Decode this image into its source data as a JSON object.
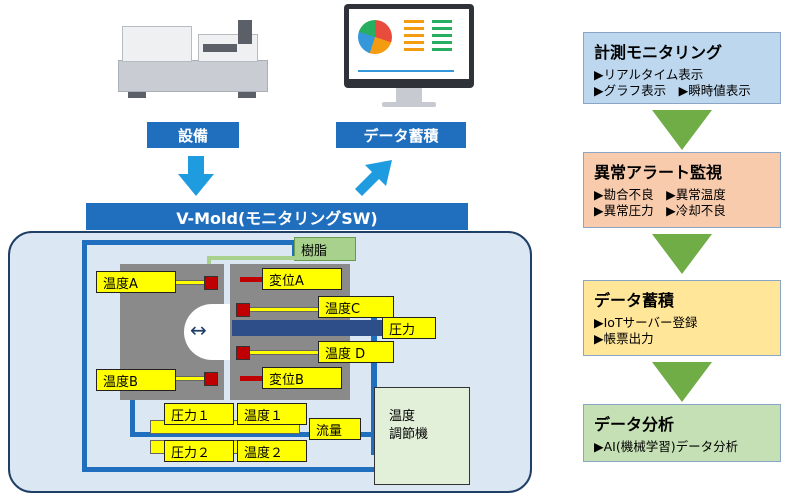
{
  "top": {
    "equipment_label": "設備",
    "data_store_label": "データ蓄積"
  },
  "vmold": {
    "title": "V-Mold(モニタリングSW)",
    "resin": "樹脂",
    "temp_a": "温度A",
    "temp_b": "温度B",
    "disp_a": "変位A",
    "disp_b": "変位B",
    "temp_c": "温度C",
    "temp_d": "温度 D",
    "pressure": "圧力",
    "pressure1": "圧力１",
    "temp1": "温度１",
    "flow": "流量",
    "pressure2": "圧力２",
    "temp2": "温度２",
    "controller_line1": "温度",
    "controller_line2": "調節機"
  },
  "flow": {
    "step1": {
      "title": "計測モニタリング",
      "lines": [
        "▶リアルタイム表示",
        "▶グラフ表示　▶瞬時値表示"
      ]
    },
    "step2": {
      "title": "異常アラート監視",
      "lines": [
        "▶勘合不良　▶異常温度",
        "▶異常圧力　▶冷却不良"
      ]
    },
    "step3": {
      "title": "データ蓄積",
      "lines": [
        "▶IoTサーバー登録",
        "▶帳票出力"
      ]
    },
    "step4": {
      "title": "データ分析",
      "lines": [
        "▶AI(機械学習)データ分析"
      ]
    }
  },
  "colors": {
    "brand_blue": "#1f6fbe",
    "step1_bg": "#bdd7ee",
    "step2_bg": "#f8cbad",
    "step3_bg": "#ffe699",
    "step4_bg": "#c5e0b4",
    "arrow_green": "#70ad47",
    "sensor_yellow": "#ffff00",
    "alert_red": "#c00000"
  }
}
